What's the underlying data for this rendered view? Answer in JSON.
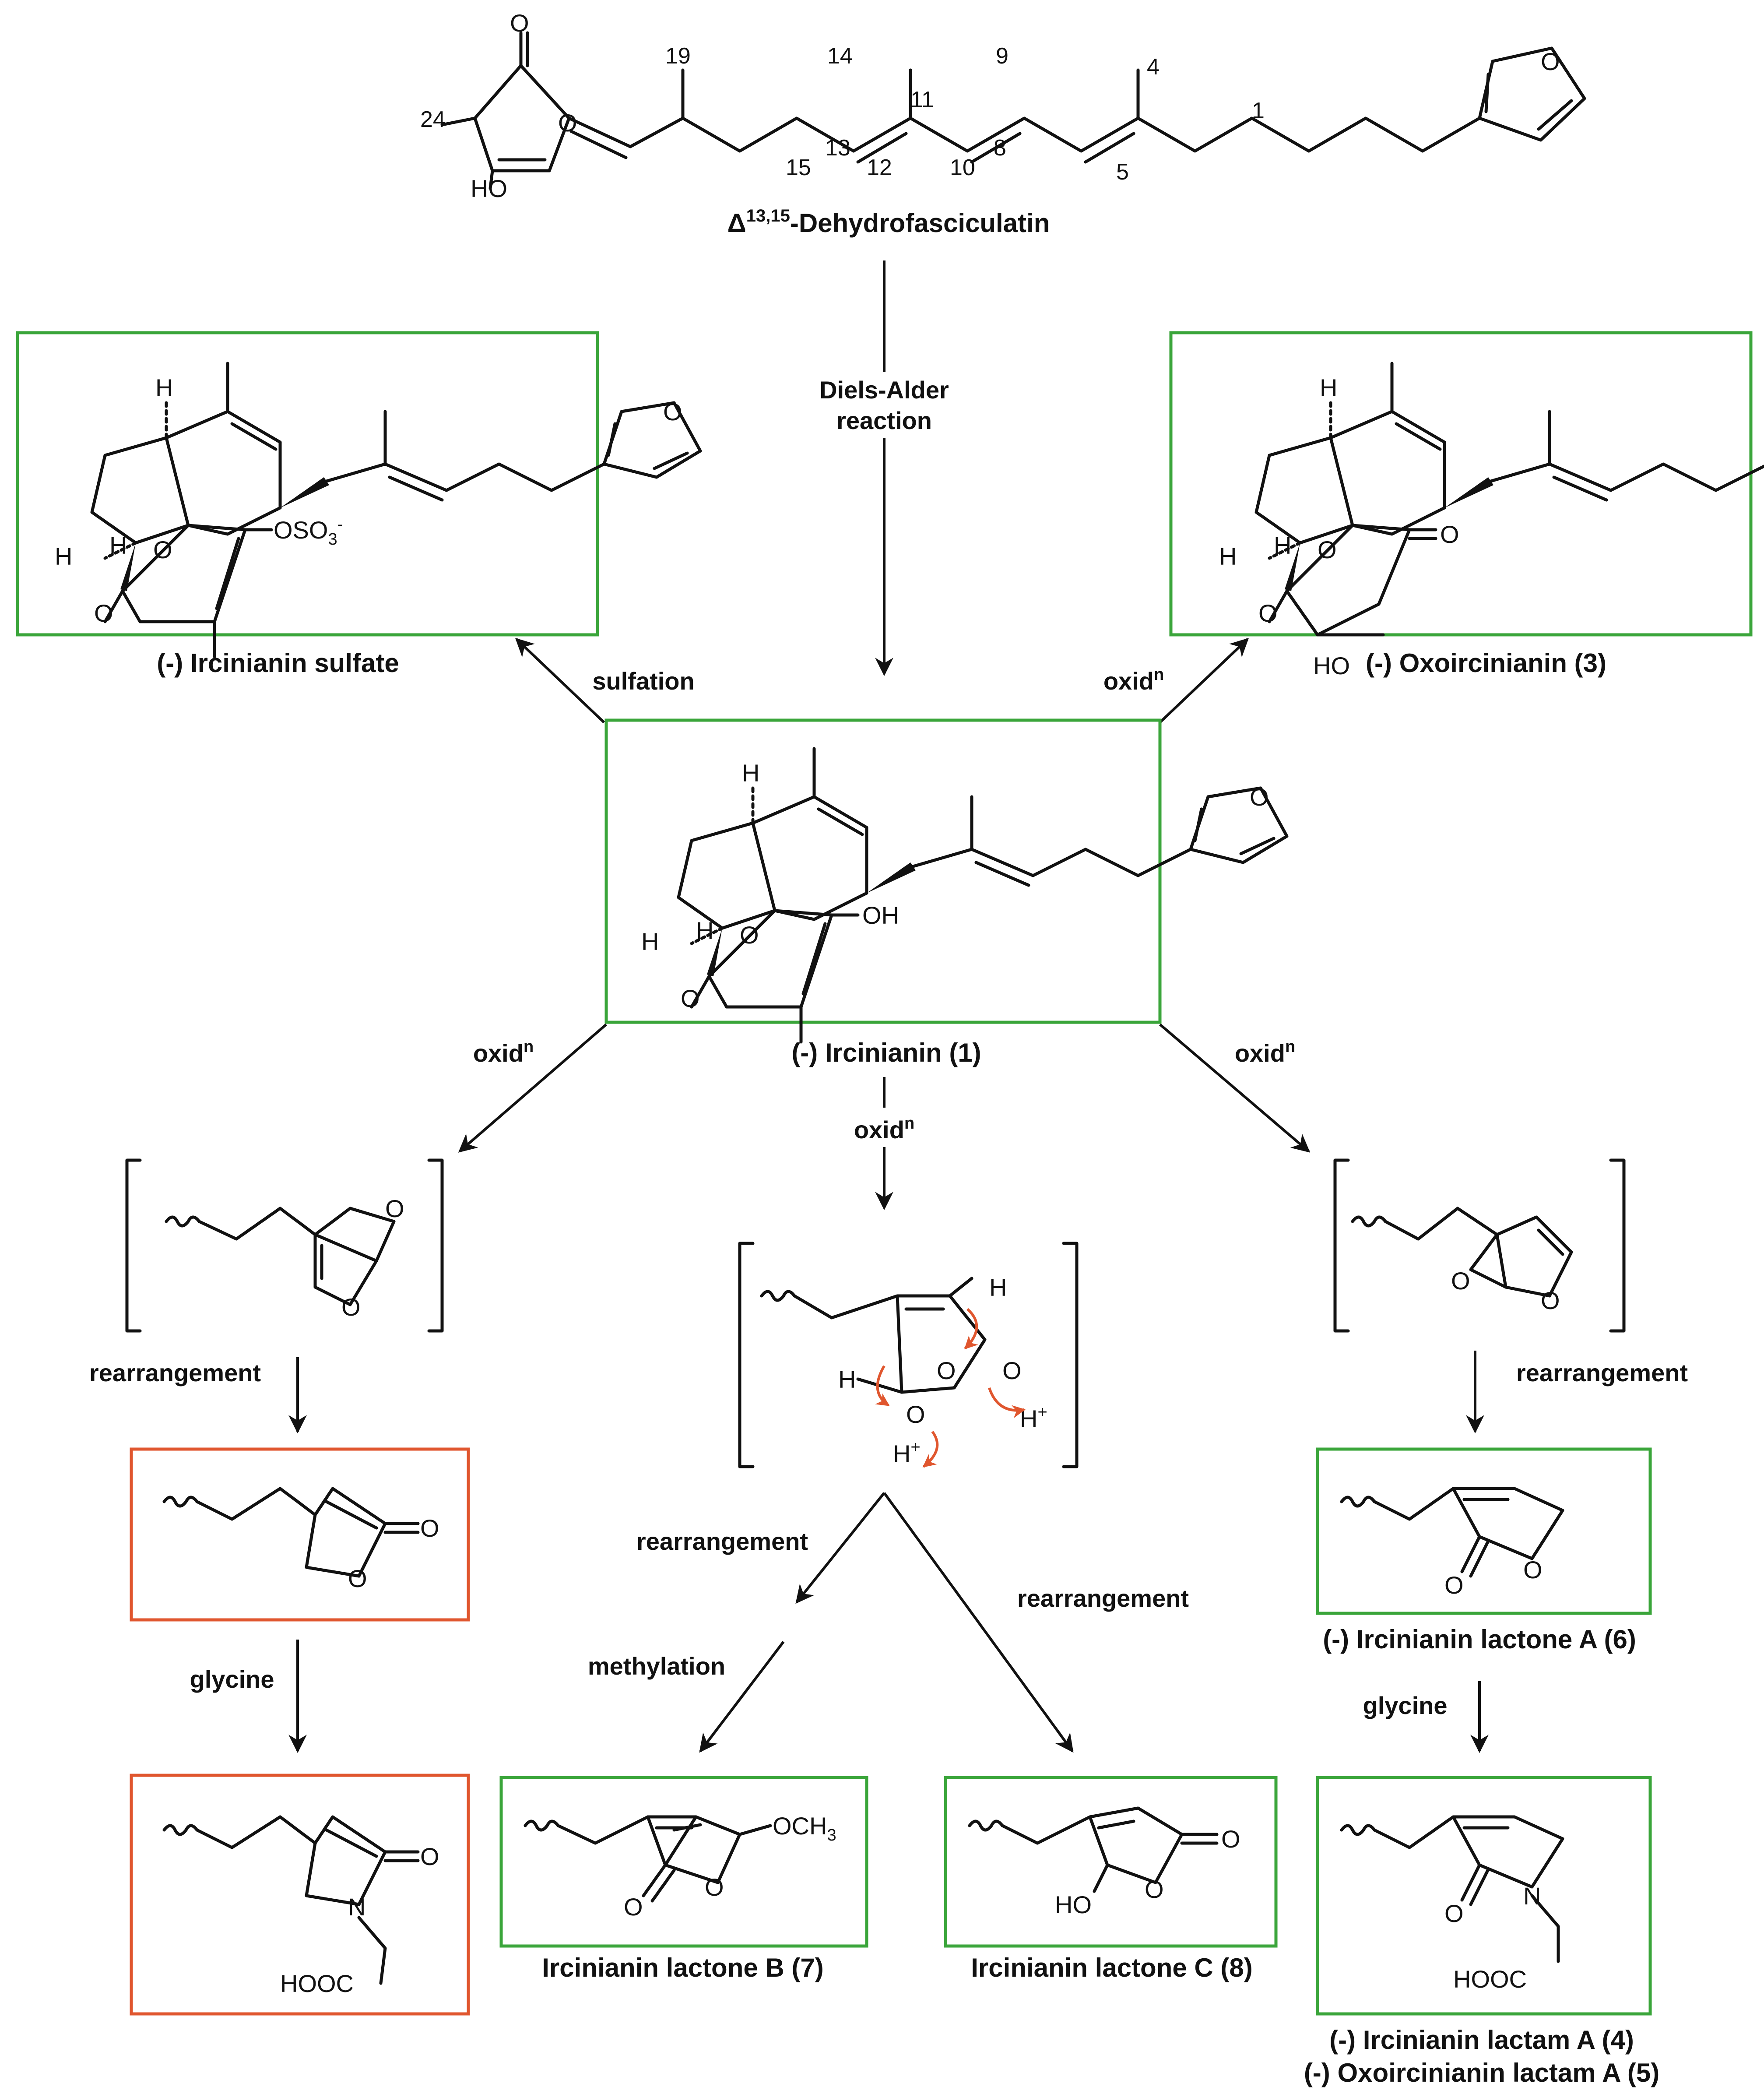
{
  "top_compound": {
    "name_delta": "Δ",
    "name_sup": "13,15",
    "name_rest": "-Dehydrofasciculatin",
    "atom_numbers": [
      "24",
      "19",
      "14",
      "9",
      "4",
      "1",
      "11",
      "15",
      "13",
      "12",
      "10",
      "8",
      "5"
    ],
    "atoms": {
      "O": "O",
      "HO": "HO"
    }
  },
  "step_labels": {
    "diels_alder_1": "Diels-Alder",
    "diels_alder_2": "reaction",
    "sulfation": "sulfation",
    "oxid_base": "oxid",
    "oxid_sup": "n",
    "rearrangement": "rearrangement",
    "glycine": "glycine",
    "methylation": "methylation"
  },
  "compounds": {
    "ircinianin_sulfate": "(-) Ircinianin sulfate",
    "oxoircinianin": "(-) Oxoircinianin (3)",
    "ircinianin": "(-) Ircinianin (1)",
    "lactone_a": "(-) Ircinianin lactone A (6)",
    "lactone_b": "Ircinianin lactone B (7)",
    "lactone_c": "Ircinianin lactone C (8)",
    "lactam_a": "(-) Ircinianin lactam A (4)",
    "oxo_lactam_a": "(-) Oxoircinianin lactam A (5)"
  },
  "atom_labels": {
    "H": "H",
    "O": "O",
    "OH": "OH",
    "HO": "HO",
    "N": "N",
    "OSO3": "OSO",
    "OSO3_sub": "3",
    "OSO3_sup": "-",
    "OCH3": "OCH",
    "OCH3_sub": "3",
    "HOOC": "HOOC",
    "Hplus": "H",
    "plus": "+"
  },
  "colors": {
    "box_green": "#3aa53a",
    "box_red": "#e0562e",
    "curly_arrow": "#e0562e",
    "ink": "#111111"
  }
}
